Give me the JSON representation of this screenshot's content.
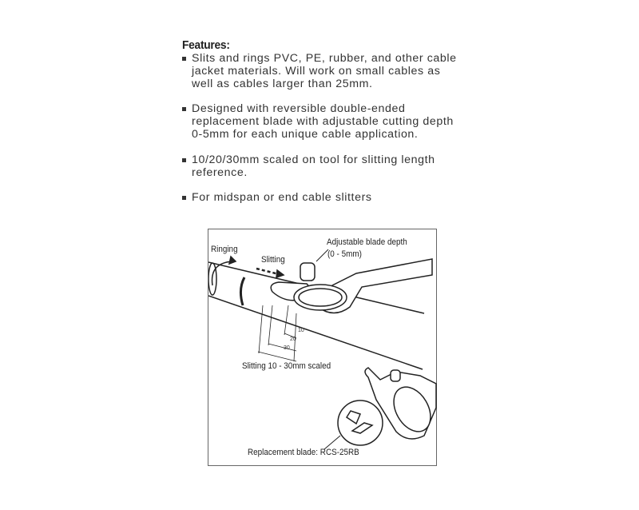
{
  "features": {
    "title": "Features:",
    "items": [
      "Slits and rings PVC, PE, rubber, and other cable\njacket materials. Will work on small cables as\nwell as cables larger than 25mm.",
      "Designed with reversible double-ended\nreplacement blade with adjustable cutting depth\n0-5mm for each unique cable application.",
      "10/20/30mm scaled on tool for slitting length\nreference.",
      "For midspan or end cable slitters"
    ]
  },
  "figure": {
    "ringing": "Ringing",
    "slitting": "Slitting",
    "depth_label": "Adjustable blade depth",
    "depth_range": "(0 - 5mm)",
    "scale_label": "Slitting 10 - 30mm scaled",
    "scale_marks": [
      "10",
      "20",
      "30"
    ],
    "blade_label": "Replacement blade: RCS-25RB"
  }
}
